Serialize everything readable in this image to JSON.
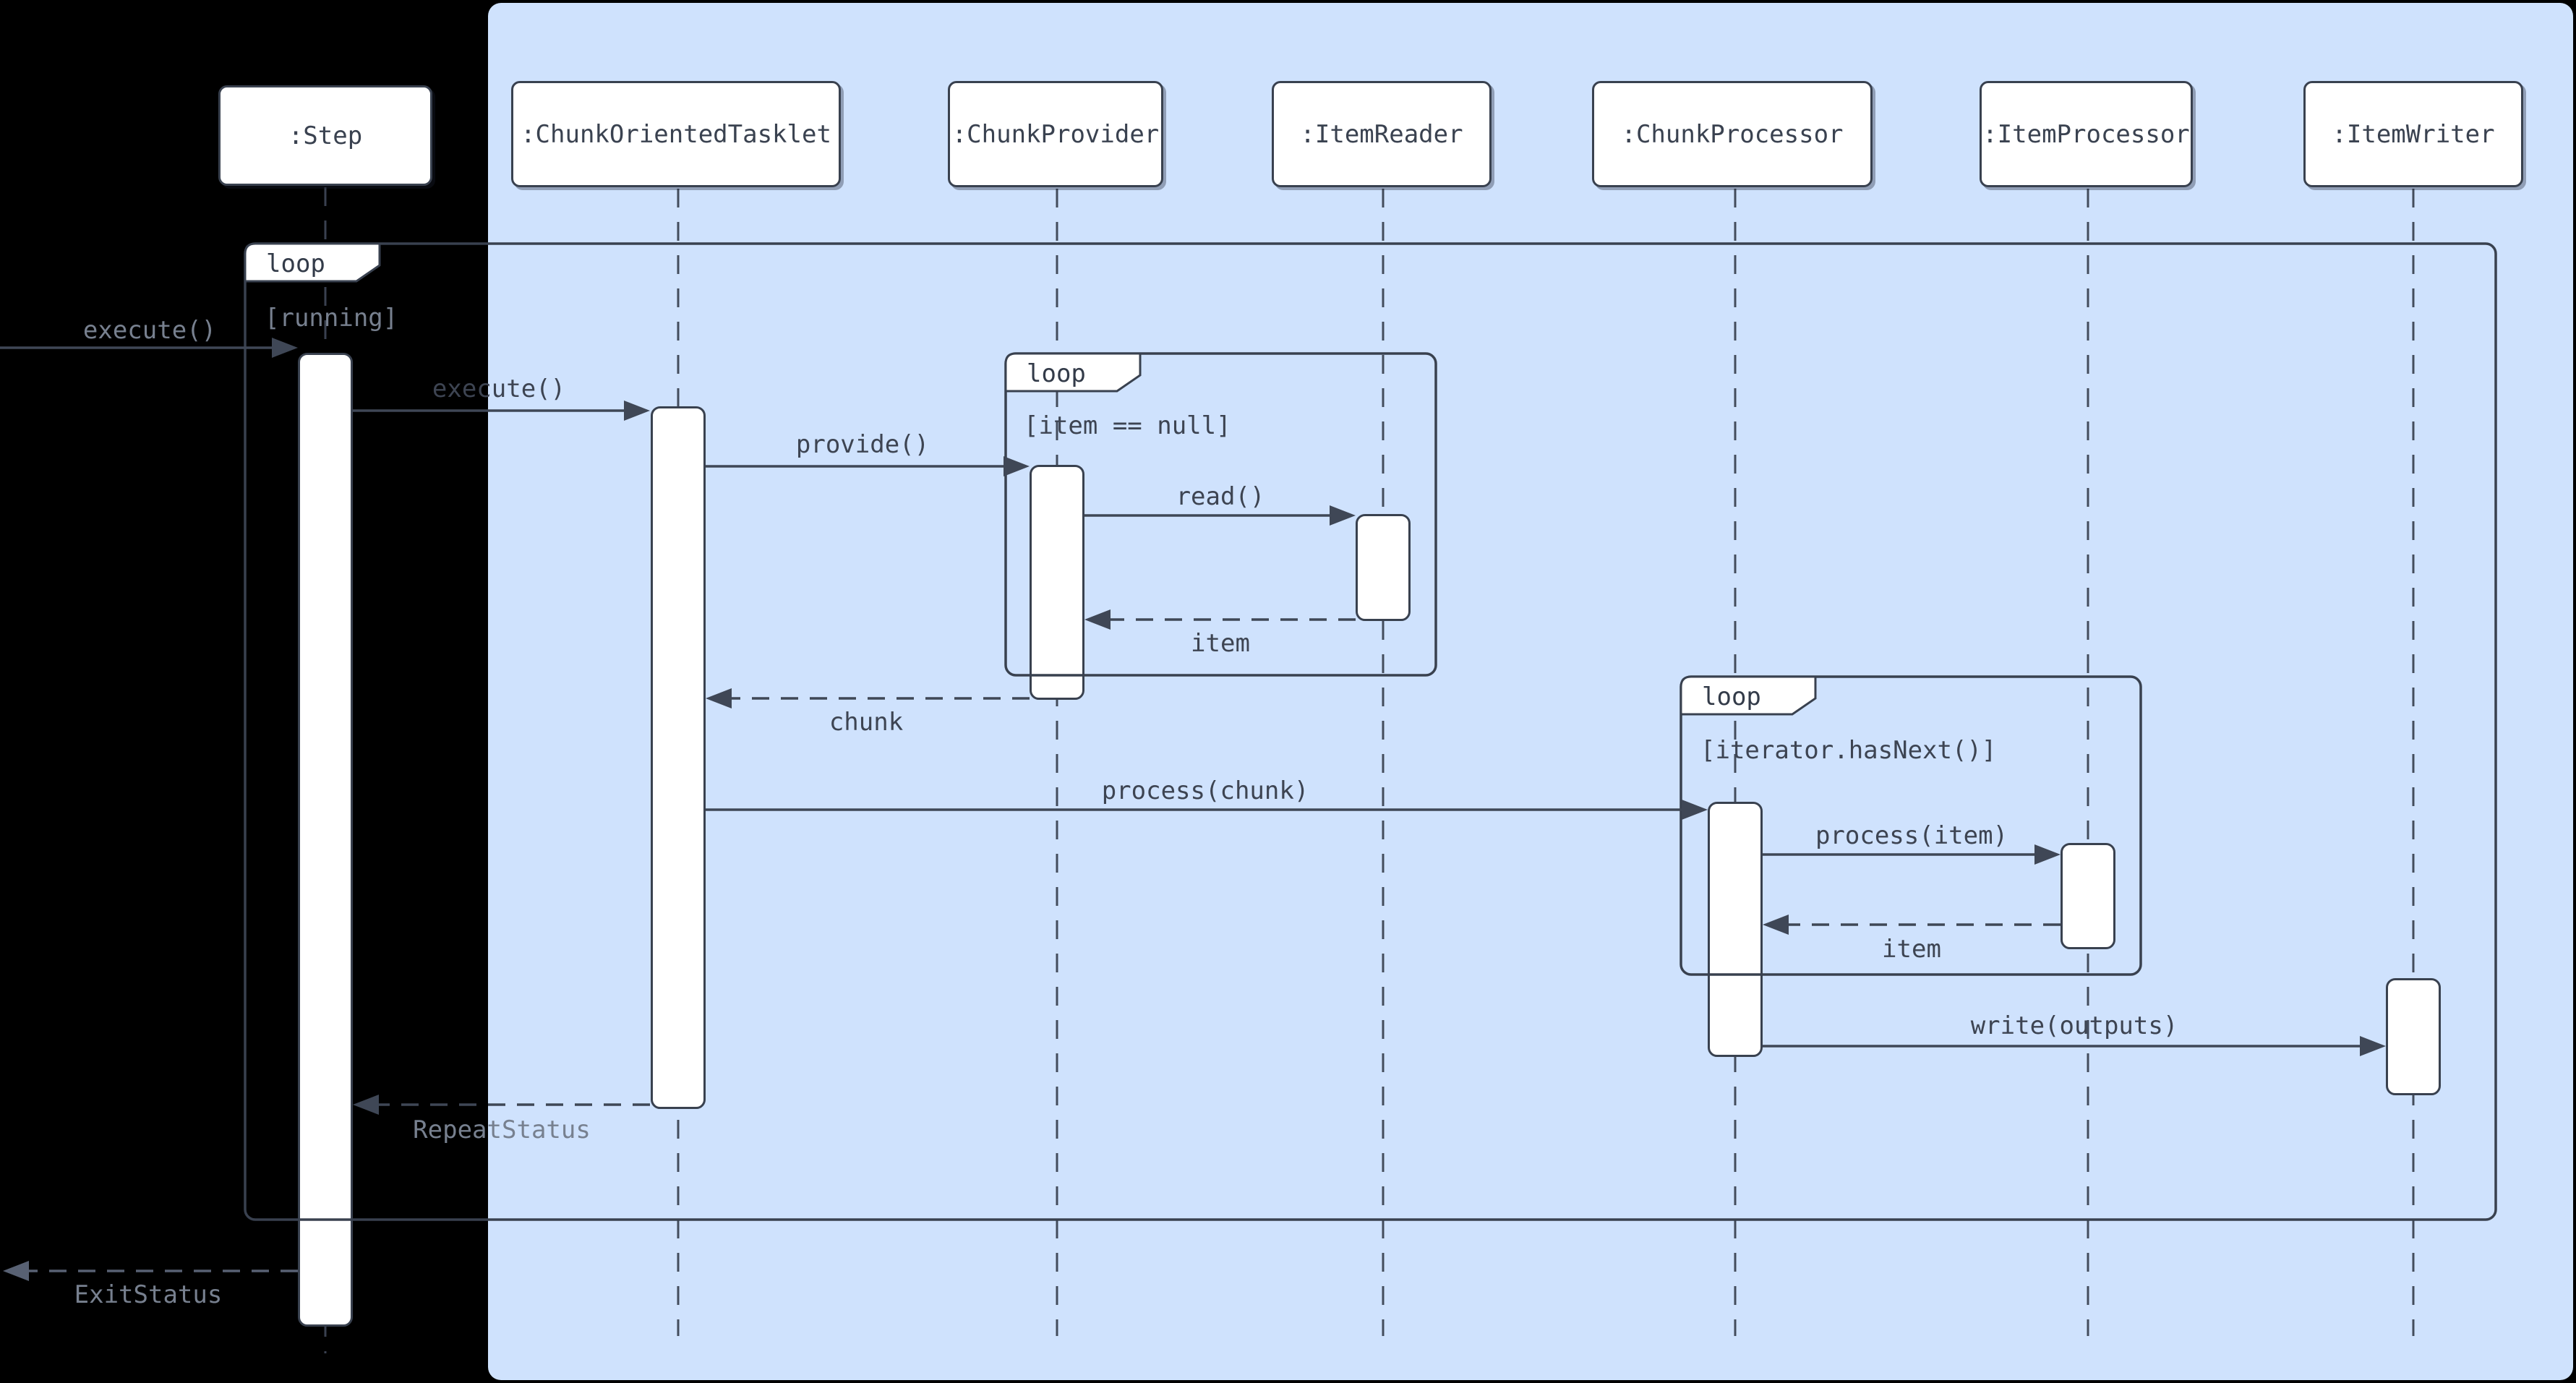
{
  "colors": {
    "background": "#000000",
    "panel": "#cfe2fd",
    "stroke": "#39414f",
    "arrow": "#3f4756",
    "text_dark": "#3d4452",
    "text_gray": "#77808f",
    "activation_fill": "#ffffff"
  },
  "participants": [
    {
      "name": ":Step"
    },
    {
      "name": ":ChunkOrientedTasklet"
    },
    {
      "name": ":ChunkProvider"
    },
    {
      "name": ":ItemReader"
    },
    {
      "name": ":ChunkProcessor"
    },
    {
      "name": ":ItemProcessor"
    },
    {
      "name": ":ItemWriter"
    }
  ],
  "loops": [
    {
      "label": "loop",
      "guard": "[running]"
    },
    {
      "label": "loop",
      "guard": "[item == null]"
    },
    {
      "label": "loop",
      "guard": "[iterator.hasNext()]"
    }
  ],
  "messages": [
    {
      "text": "execute()"
    },
    {
      "text": "execute()"
    },
    {
      "text": "provide()"
    },
    {
      "text": "read()"
    },
    {
      "text": "item"
    },
    {
      "text": "chunk"
    },
    {
      "text": "process(chunk)"
    },
    {
      "text": "process(item)"
    },
    {
      "text": "item"
    },
    {
      "text": "write(outputs)"
    },
    {
      "text": "RepeatStatus"
    },
    {
      "text": "ExitStatus"
    }
  ]
}
